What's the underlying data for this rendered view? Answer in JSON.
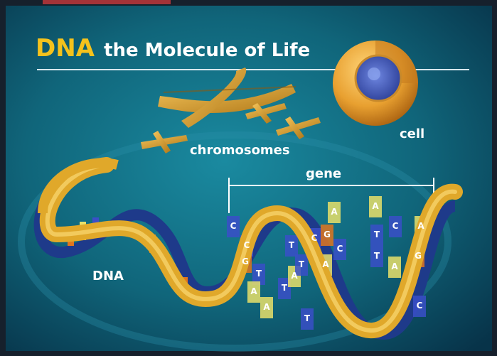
{
  "title": {
    "highlight": "DNA",
    "rest": "the Molecule of Life"
  },
  "labels": {
    "chromosomes": "chromosomes",
    "cell": "cell",
    "gene": "gene",
    "dna": "DNA"
  },
  "bases": [
    "C",
    "C",
    "G",
    "T",
    "A",
    "A",
    "T",
    "A",
    "T",
    "T",
    "C",
    "A",
    "G",
    "C",
    "T",
    "A",
    "A",
    "T",
    "A",
    "G",
    "C",
    "T",
    "A",
    "C"
  ],
  "colors": {
    "background": "#10657a",
    "background_dark": "#0a3d52",
    "title_accent": "#f5c21c",
    "text": "#ffffff",
    "ribbon_gold": "#e0a82a",
    "ribbon_light": "#f6d26a",
    "base_blue": "#3a4fc8",
    "base_orange": "#e0761e",
    "base_yellow": "#e9e06a",
    "base_purple": "#2a1f6e",
    "cell_orange": "#e8a030",
    "cell_nucleus": "#3b55b0"
  }
}
